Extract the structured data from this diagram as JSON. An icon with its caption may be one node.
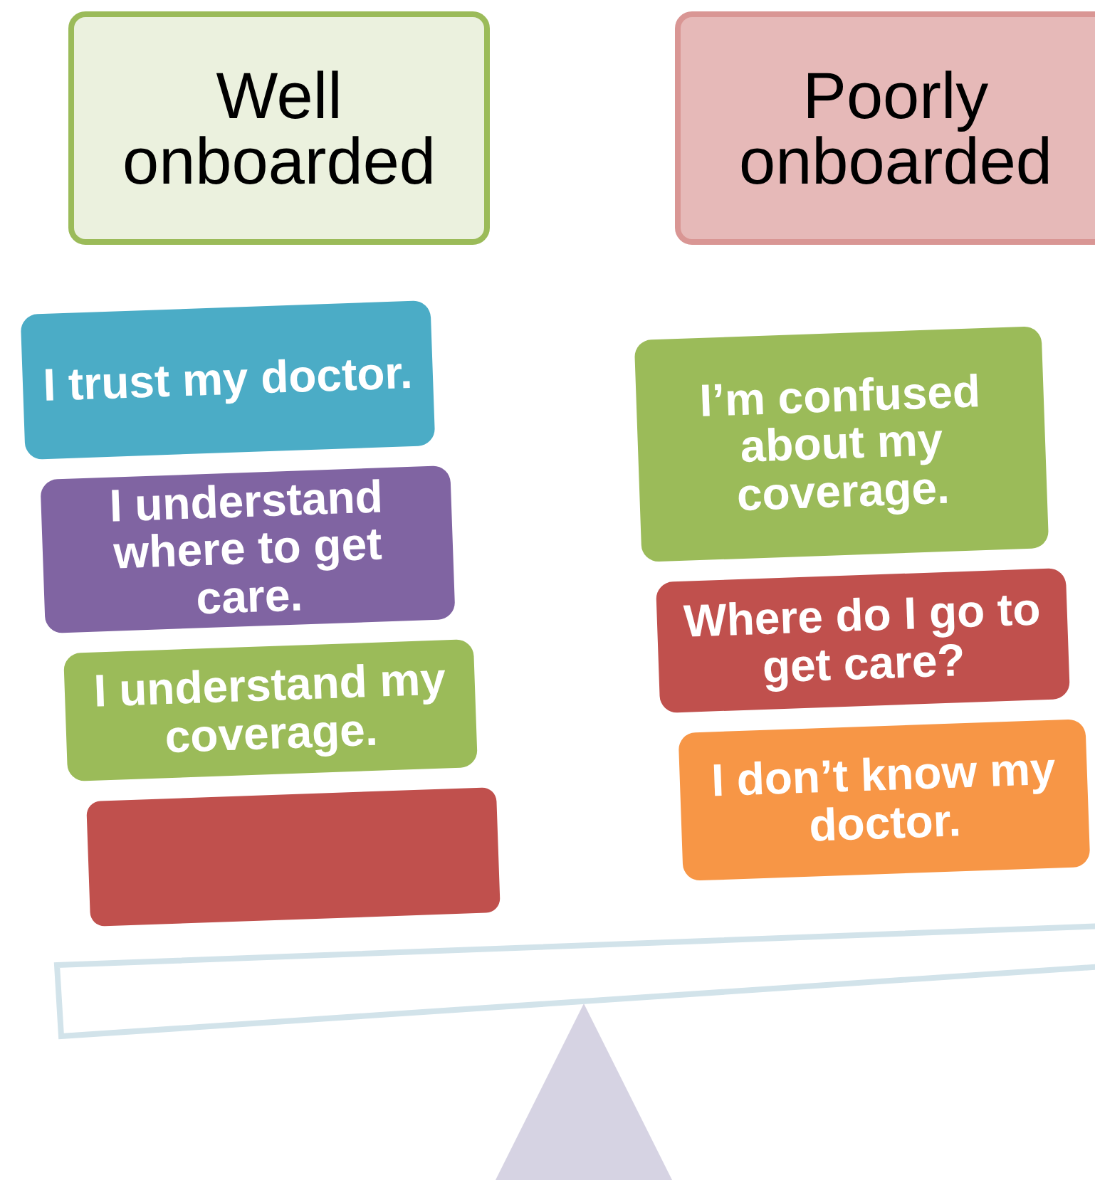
{
  "diagram": {
    "nodes": [
      {
        "text": [
          "Well onboarded"
        ]
      },
      {
        "text": [
          "Poorly onboarded"
        ]
      },
      {
        "text": [
          "I trust my doctor."
        ]
      },
      {
        "text": [
          "I understand where to get care."
        ]
      },
      {
        "text": [
          "I understand my coverage."
        ]
      },
      {
        "text": [],
        "shape": "box"
      },
      {
        "text": [
          "I’m confused about my coverage."
        ]
      },
      {
        "text": [
          "Where do I go to get care?"
        ]
      },
      {
        "text": [
          "I don’t know my doctor."
        ]
      }
    ]
  }
}
